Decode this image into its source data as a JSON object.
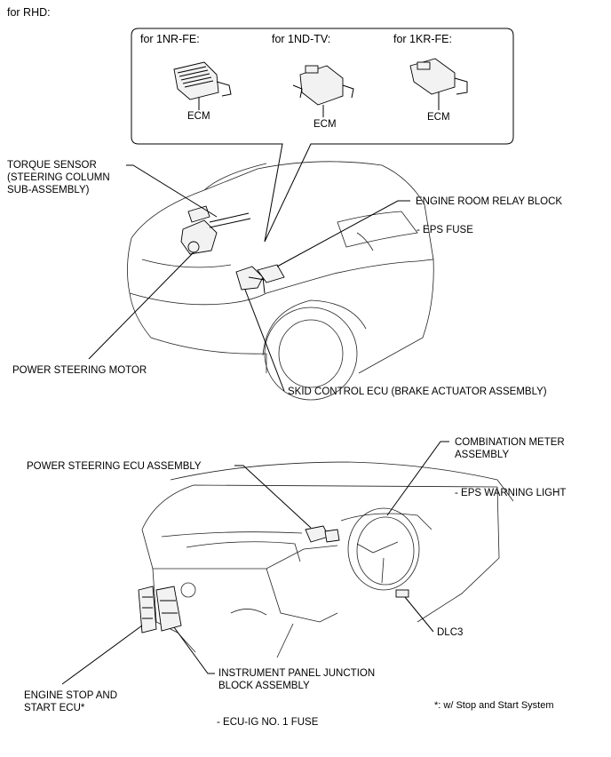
{
  "header": "for RHD:",
  "ecm_box": {
    "variants": [
      {
        "label": "for 1NR-FE:",
        "part": "ECM"
      },
      {
        "label": "for 1ND-TV:",
        "part": "ECM"
      },
      {
        "label": "for 1KR-FE:",
        "part": "ECM"
      }
    ]
  },
  "top_labels": {
    "torque_sensor": "TORQUE SENSOR\n(STEERING COLUMN\nSUB-ASSEMBLY)",
    "engine_room_relay": "ENGINE ROOM RELAY BLOCK",
    "eps_fuse": "- EPS FUSE",
    "power_steering_motor": "POWER STEERING MOTOR",
    "skid_control": "SKID CONTROL ECU (BRAKE ACTUATOR ASSEMBLY)"
  },
  "bottom_labels": {
    "combination_meter": "COMBINATION METER\nASSEMBLY",
    "eps_warning": "- EPS WARNING LIGHT",
    "ps_ecu": "POWER STEERING ECU ASSEMBLY",
    "dlc3": "DLC3",
    "ip_junction": "INSTRUMENT PANEL JUNCTION\nBLOCK ASSEMBLY",
    "engine_stop": "ENGINE STOP AND\nSTART ECU*",
    "footnote": "*: w/ Stop and Start System",
    "ecu_ig": "- ECU-IG NO. 1 FUSE"
  },
  "colors": {
    "line": "#000000",
    "background": "#ffffff",
    "component_fill": "#f2f2f2"
  }
}
